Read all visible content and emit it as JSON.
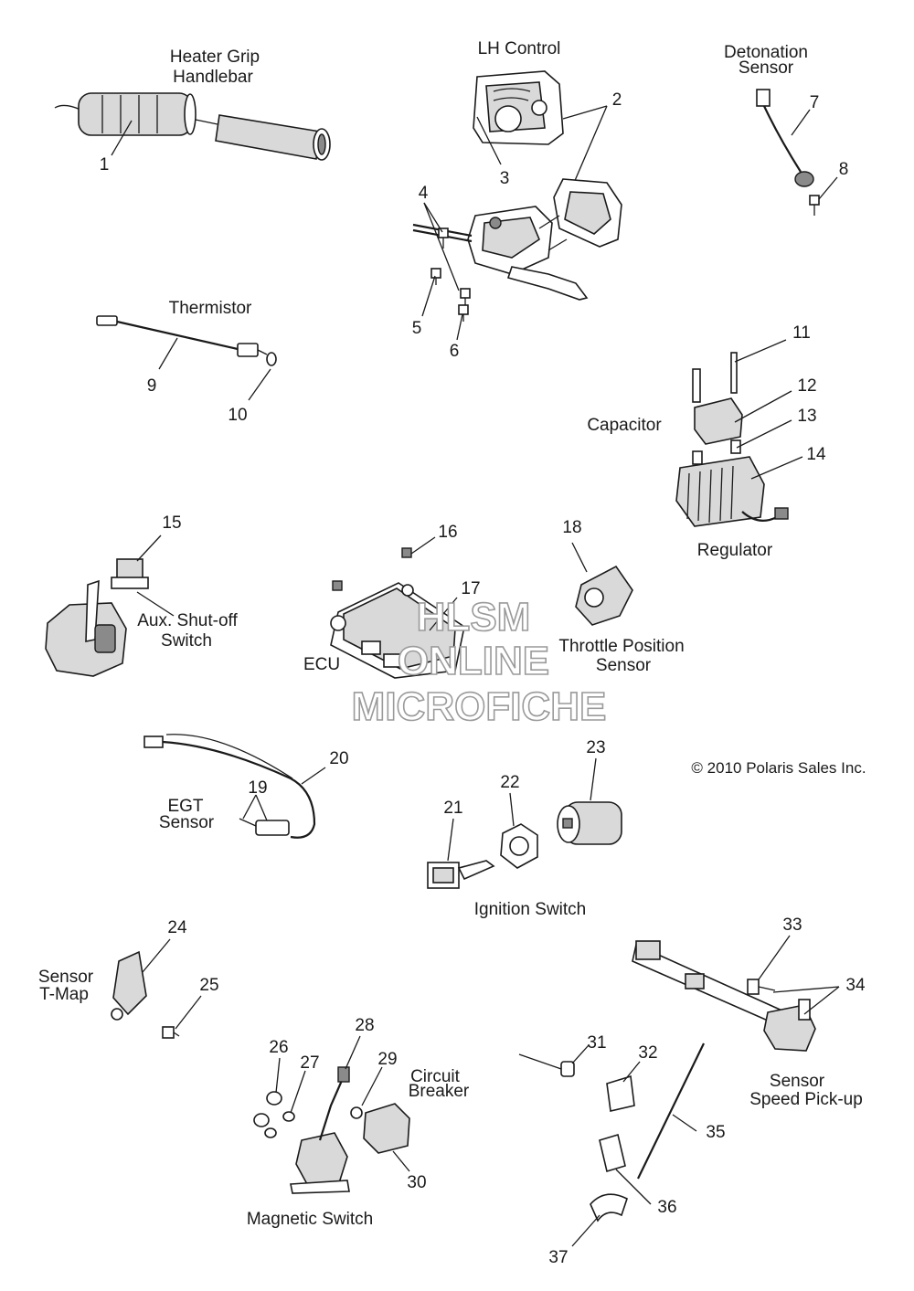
{
  "labels": {
    "heater_grip": "Heater Grip",
    "handlebar": "Handlebar",
    "lh_control": "LH Control",
    "detonation": "Detonation",
    "sensor_det": "Sensor",
    "thermistor": "Thermistor",
    "capacitor": "Capacitor",
    "regulator": "Regulator",
    "aux_shutoff_1": "Aux. Shut-off",
    "aux_shutoff_2": "Switch",
    "ecu": "ECU",
    "tps_1": "Throttle Position",
    "tps_2": "Sensor",
    "egt_1": "EGT",
    "egt_2": "Sensor",
    "ignition_switch": "Ignition Switch",
    "copyright": "© 2010 Polaris Sales Inc.",
    "tmap_1": "Sensor",
    "tmap_2": "T-Map",
    "circuit_breaker_1": "Circuit",
    "circuit_breaker_2": "Breaker",
    "magnetic_switch": "Magnetic Switch",
    "speed_1": "Sensor",
    "speed_2": "Speed Pick-up"
  },
  "callouts": [
    "1",
    "2",
    "3",
    "4",
    "5",
    "6",
    "7",
    "8",
    "9",
    "10",
    "11",
    "12",
    "13",
    "14",
    "15",
    "16",
    "17",
    "18",
    "19",
    "20",
    "21",
    "22",
    "23",
    "24",
    "25",
    "26",
    "27",
    "28",
    "29",
    "30",
    "31",
    "32",
    "33",
    "34",
    "35",
    "36",
    "37"
  ],
  "watermark": {
    "line1": "HLSM",
    "line2": "ONLINE",
    "line3": "MICROFICHE"
  }
}
